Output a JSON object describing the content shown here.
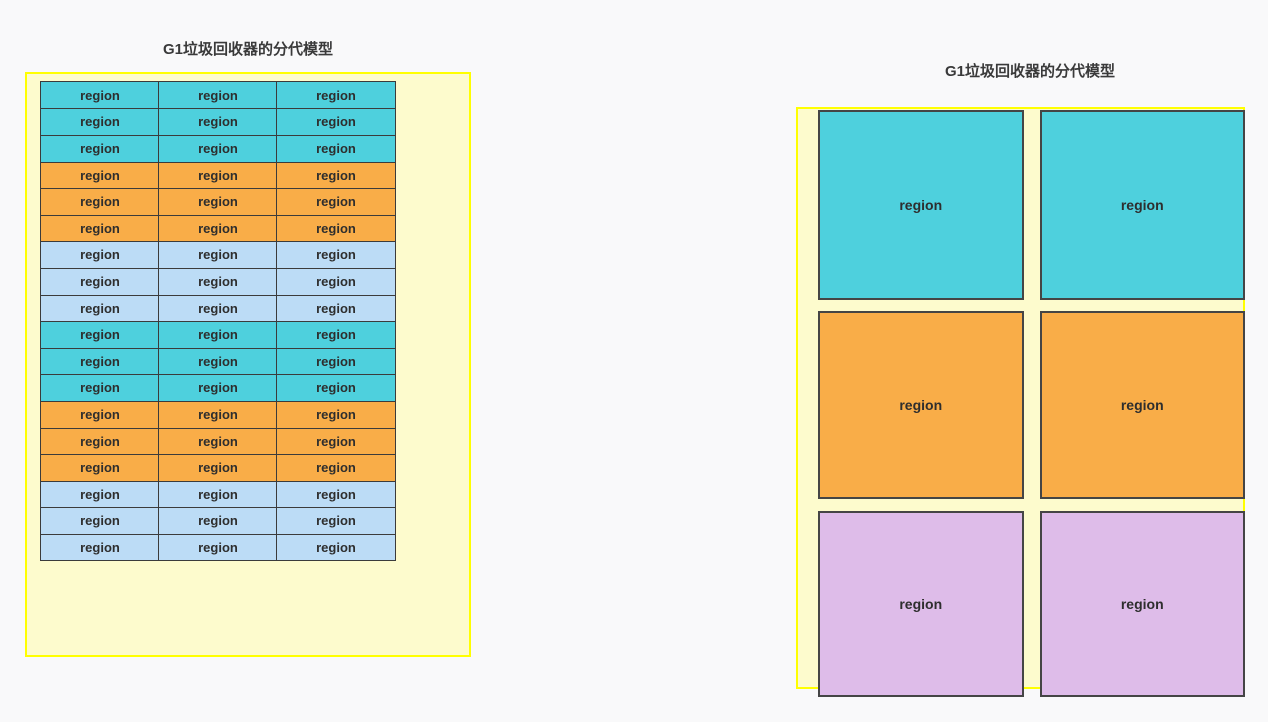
{
  "background_color": "#f9f9fa",
  "colors": {
    "cyan": "#4ed0dd",
    "orange": "#f9ad48",
    "light_blue": "#bcdcf6",
    "purple": "#debce9",
    "yellow_border": "#ffff00",
    "yellow_fill": "#fdfbcd",
    "cell_border": "#3b3b3b",
    "text": "#2e2e2e",
    "title_text": "#3a3a3a"
  },
  "left_panel": {
    "title": "G1垃圾回收器的分代模型",
    "cell_label": "region",
    "columns": 3,
    "rows": [
      {
        "color": "cyan",
        "cells": [
          "region",
          "region",
          "region"
        ]
      },
      {
        "color": "cyan",
        "cells": [
          "region",
          "region",
          "region"
        ]
      },
      {
        "color": "cyan",
        "cells": [
          "region",
          "region",
          "region"
        ]
      },
      {
        "color": "orange",
        "cells": [
          "region",
          "region",
          "region"
        ]
      },
      {
        "color": "orange",
        "cells": [
          "region",
          "region",
          "region"
        ]
      },
      {
        "color": "orange",
        "cells": [
          "region",
          "region",
          "region"
        ]
      },
      {
        "color": "light_blue",
        "cells": [
          "region",
          "region",
          "region"
        ]
      },
      {
        "color": "light_blue",
        "cells": [
          "region",
          "region",
          "region"
        ]
      },
      {
        "color": "light_blue",
        "cells": [
          "region",
          "region",
          "region"
        ]
      },
      {
        "color": "cyan",
        "cells": [
          "region",
          "region",
          "region"
        ]
      },
      {
        "color": "cyan",
        "cells": [
          "region",
          "region",
          "region"
        ]
      },
      {
        "color": "cyan",
        "cells": [
          "region",
          "region",
          "region"
        ]
      },
      {
        "color": "orange",
        "cells": [
          "region",
          "region",
          "region"
        ]
      },
      {
        "color": "orange",
        "cells": [
          "region",
          "region",
          "region"
        ]
      },
      {
        "color": "orange",
        "cells": [
          "region",
          "region",
          "region"
        ]
      },
      {
        "color": "light_blue",
        "cells": [
          "region",
          "region",
          "region"
        ]
      },
      {
        "color": "light_blue",
        "cells": [
          "region",
          "region",
          "region"
        ]
      },
      {
        "color": "light_blue",
        "cells": [
          "region",
          "region",
          "region"
        ]
      }
    ]
  },
  "right_panel": {
    "title": "G1垃圾回收器的分代模型",
    "cell_label": "region",
    "columns": 2,
    "rows": [
      {
        "color": "cyan",
        "cells": [
          "region",
          "region"
        ]
      },
      {
        "color": "orange",
        "cells": [
          "region",
          "region"
        ]
      },
      {
        "color": "purple",
        "cells": [
          "region",
          "region"
        ]
      }
    ]
  }
}
